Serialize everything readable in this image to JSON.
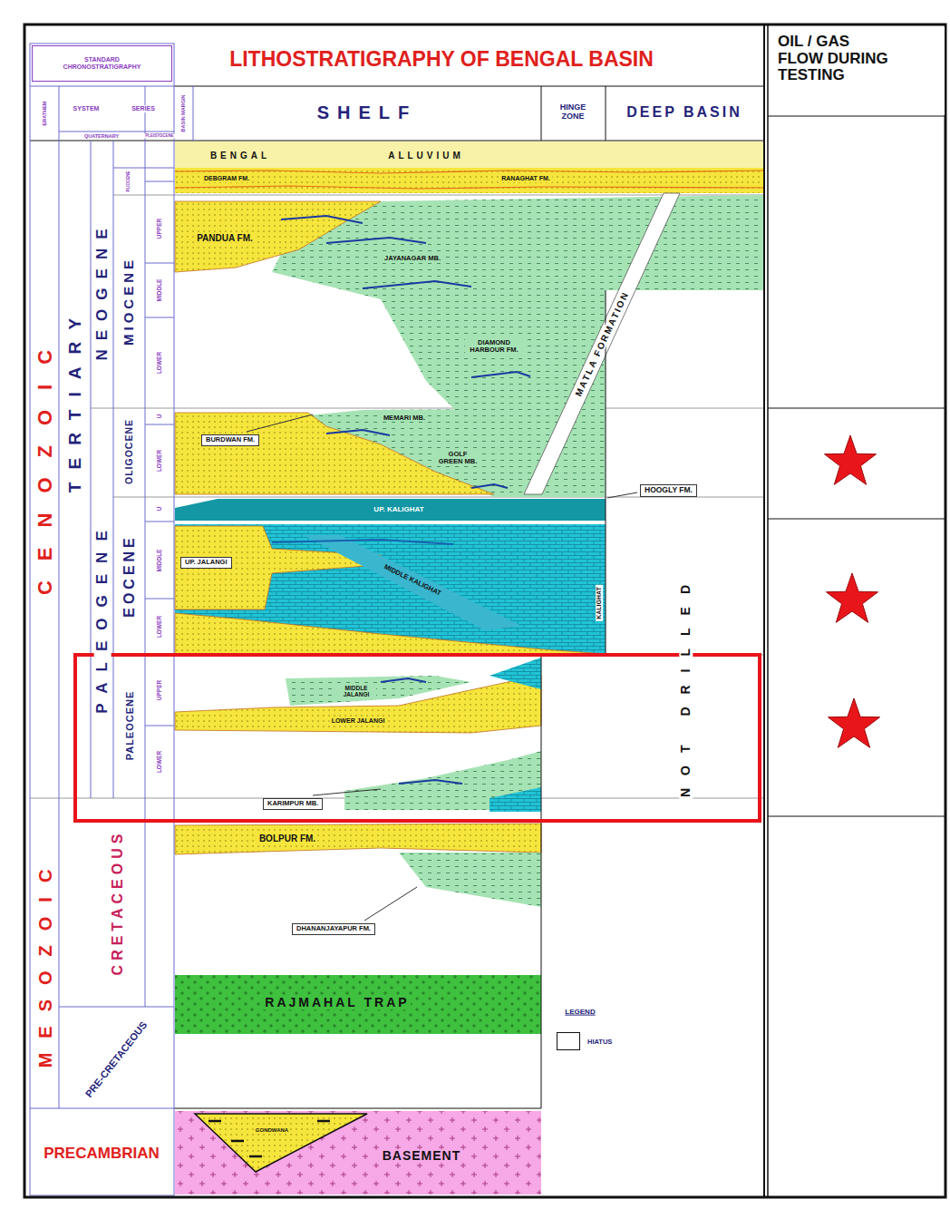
{
  "diagram": {
    "title": "LITHOSTRATIGRAPHY OF BENGAL BASIN",
    "nodes": [
      {
        "text": [
          "STANDARD CHRONOSTRATIGRAPHY"
        ]
      },
      {
        "text": [
          "OIL / GAS FLOW DURING TESTING"
        ]
      },
      {
        "text": [
          "BURDWAN FM."
        ]
      },
      {
        "text": [
          "HOOGLY FM."
        ]
      },
      {
        "text": [
          "UP. JALANGI"
        ]
      },
      {
        "text": [
          "KARIMPUR MB."
        ]
      },
      {
        "text": [
          "DHANANJAYAPUR FM."
        ]
      }
    ],
    "labels": [
      "ERATHEM",
      "SYSTEM",
      "SERIES",
      "BASIN MARGIN",
      "QUATERNARY",
      "PLEISTOCENE",
      "SHELF",
      "HINGE ZONE",
      "DEEP BASIN",
      "CENOZOIC",
      "TERTIARY",
      "NEOGENE",
      "PLIOCENE",
      "MIOCENE",
      "UPPER",
      "MIDDLE",
      "LOWER",
      "BENGAL",
      "ALLUVIUM",
      "DEBGRAM FM.",
      "RANAGHAT FM.",
      "PANDUA FM.",
      "JAYANAGAR MB.",
      "DIAMOND HARBOUR FM.",
      "MATLA FORMATION",
      "PALEOGENE",
      "OLIGOCENE",
      "U",
      "LOWER",
      "MEMARI MB.",
      "GOLF GREEN MB.",
      "EOCENE",
      "U",
      "MIDDLE",
      "LOWER",
      "UP. KALIGHAT",
      "MIDDLE KALIGHAT",
      "KALIGHAT",
      "NOT DRILLED",
      "PALEOCENE",
      "UPPER",
      "LOWER",
      "MIDDLE JALANGI",
      "LOWER JALANGI",
      "MESOZOIC",
      "CRETACEOUS",
      "BOLPUR FM.",
      "RAJMAHAL TRAP",
      "PRE-CRETACEOUS",
      "LEGEND",
      "PRECAMBRIAN",
      "GONDWANA",
      "BASEMENT"
    ],
    "legend": [
      {
        "text": "HIATUS",
        "color": "#ffffff"
      }
    ]
  }
}
